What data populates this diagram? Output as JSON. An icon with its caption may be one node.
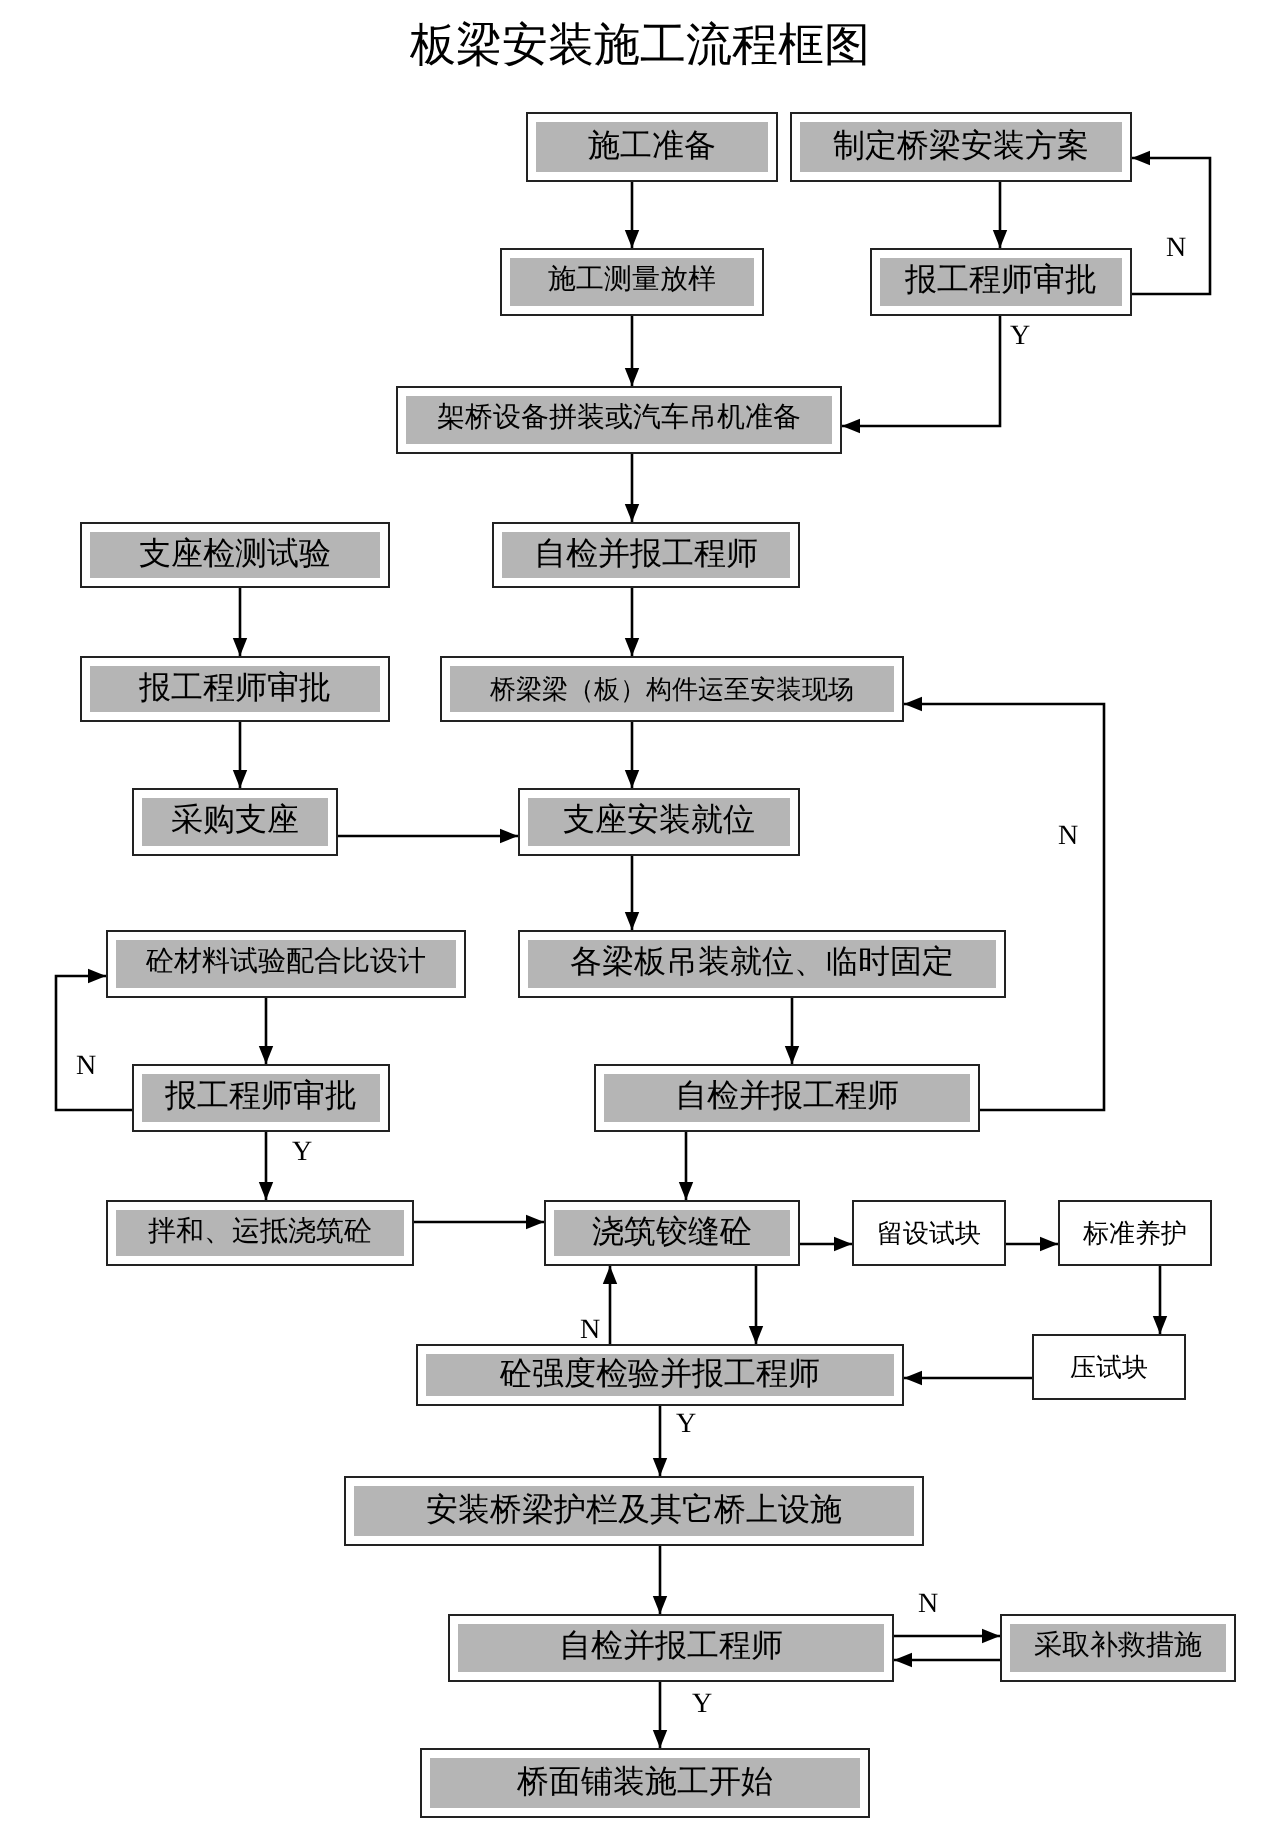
{
  "diagram": {
    "title": "板梁安装施工流程框图",
    "nodes": [
      {
        "text": [
          "施工准备"
        ]
      },
      {
        "text": [
          "制定桥梁安装方案"
        ]
      },
      {
        "text": [
          "施工测量放样"
        ]
      },
      {
        "text": [
          "报工程师审批"
        ]
      },
      {
        "text": [
          "架桥设备拼装或汽车吊机准备"
        ]
      },
      {
        "text": [
          "支座检测试验"
        ]
      },
      {
        "text": [
          "自检并报工程师"
        ]
      },
      {
        "text": [
          "报工程师审批"
        ]
      },
      {
        "text": [
          "桥梁梁（板）构件运至安装现场"
        ]
      },
      {
        "text": [
          "采购支座"
        ]
      },
      {
        "text": [
          "支座安装就位"
        ]
      },
      {
        "text": [
          "砼材料试验配合比设计"
        ]
      },
      {
        "text": [
          "各梁板吊装就位、临时固定"
        ]
      },
      {
        "text": [
          "报工程师审批"
        ]
      },
      {
        "text": [
          "自检并报工程师"
        ]
      },
      {
        "text": [
          "拌和、运抵浇筑砼"
        ]
      },
      {
        "text": [
          "浇筑铰缝砼"
        ]
      },
      {
        "text": [
          "留设试块"
        ]
      },
      {
        "text": [
          "标准养护"
        ]
      },
      {
        "text": [
          "压试块"
        ]
      },
      {
        "text": [
          "砼强度检验并报工程师"
        ]
      },
      {
        "text": [
          "安装桥梁护栏及其它桥上设施"
        ]
      },
      {
        "text": [
          "自检并报工程师"
        ]
      },
      {
        "text": [
          "采取补救措施"
        ]
      },
      {
        "text": [
          "桥面铺装施工开始"
        ]
      }
    ],
    "edges": [
      {
        "from": 0,
        "to": 2,
        "arrow": "to"
      },
      {
        "from": 2,
        "to": 4,
        "arrow": "to"
      },
      {
        "from": 1,
        "to": 3,
        "arrow": "to"
      },
      {
        "from": 3,
        "to": 4,
        "arrow": "to",
        "label": "Y"
      },
      {
        "from": 3,
        "to": 1,
        "arrow": "to",
        "label": "N"
      },
      {
        "from": 4,
        "to": 6,
        "arrow": "to"
      },
      {
        "from": 6,
        "to": 8,
        "arrow": "to"
      },
      {
        "from": 8,
        "to": 10,
        "arrow": "to"
      },
      {
        "from": 10,
        "to": 12,
        "arrow": "to"
      },
      {
        "from": 5,
        "to": 7,
        "arrow": "to"
      },
      {
        "from": 7,
        "to": 9,
        "arrow": "to"
      },
      {
        "from": 9,
        "to": 10,
        "arrow": "to"
      },
      {
        "from": 12,
        "to": 14,
        "arrow": "to"
      },
      {
        "from": 14,
        "to": 8,
        "arrow": "to",
        "label": "N"
      },
      {
        "from": 11,
        "to": 13,
        "arrow": "to"
      },
      {
        "from": 13,
        "to": 11,
        "arrow": "to",
        "label": "N"
      },
      {
        "from": 13,
        "to": 15,
        "arrow": "to",
        "label": "Y"
      },
      {
        "from": 15,
        "to": 16,
        "arrow": "to"
      },
      {
        "from": 14,
        "to": 16,
        "arrow": "to"
      },
      {
        "from": 16,
        "to": 17,
        "arrow": "to"
      },
      {
        "from": 17,
        "to": 18,
        "arrow": "to"
      },
      {
        "from": 18,
        "to": 19,
        "arrow": "to"
      },
      {
        "from": 19,
        "to": 20,
        "arrow": "to"
      },
      {
        "from": 16,
        "to": 20,
        "arrow": "to"
      },
      {
        "from": 20,
        "to": 16,
        "arrow": "to",
        "label": "N"
      },
      {
        "from": 20,
        "to": 21,
        "arrow": "to",
        "label": "Y"
      },
      {
        "from": 21,
        "to": 22,
        "arrow": "to"
      },
      {
        "from": 22,
        "to": 23,
        "arrow": "to",
        "label": "N"
      },
      {
        "from": 23,
        "to": 22,
        "arrow": "to"
      },
      {
        "from": 22,
        "to": 24,
        "arrow": "to",
        "label": "Y"
      }
    ]
  }
}
